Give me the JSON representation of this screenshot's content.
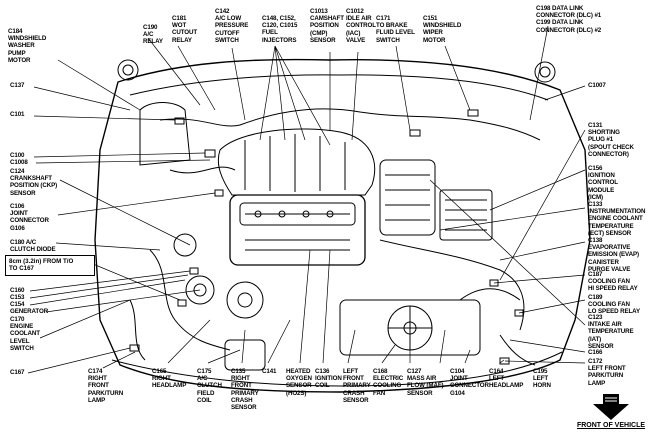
{
  "labels": {
    "c184": "C184\nWINDSHIELD\nWASHER\nPUMP\nMOTOR",
    "c190": "C190\nA/C\nRELAY",
    "c181": "C181\nWOT\nCUTOUT\nRELAY",
    "c142": "C142\nA/C LOW\nPRESSURE\nCUTOFF\nSWITCH",
    "c148": "C148, C152,\nC120, C1015\nFUEL\nINJECTORS",
    "c1013": "C1013\nCAMSHAFT\nPOSITION\n(CMP)\nSENSOR",
    "c1012": "C1012\nIDLE AIR\nCONTROL\n(IAC)\nVALVE",
    "c171": "C171\nTO BRAKE\nFLUID LEVEL\nSWITCH",
    "c151_top": "C151\nWINDSHIELD\nWIPER\nMOTOR",
    "c198": "C198 DATA LINK\nCONNECTOR (DLC) #1\nC199 DATA LINK\nCONNECTOR (DLC) #2",
    "c137": "C137",
    "c101": "C101",
    "c100": "C100",
    "c1008": "C1008",
    "c124": "C124\nCRANKSHAFT\nPOSITION (CKP)\nSENSOR",
    "c106": "C106\nJOINT\nCONNECTOR\nG106",
    "c180": "C180 A/C\nCLUTCH DIODE",
    "c160": "C160",
    "c153": "C153",
    "c154": "C154",
    "generator": "GENERATOR",
    "c170": "C170\nENGINE\nCOOLANT\nLEVEL\nSWITCH",
    "c167": "C167",
    "c1007": "C1007",
    "c131": "C131\nSHORTING\nPLUG #1\n(SPOUT CHECK\nCONNECTOR)",
    "c156": "C156\nIGNITION\nCONTROL\nMODULE\n(ICM)",
    "c133": "C133\nINSTRUMENTATION\nENGINE COOLANT\nTEMPERATURE\n(ECT) SENSOR",
    "c138": "C138\nEVAPORATIVE\nEMISSION (EVAP)\nCANISTER\nPURGE VALVE",
    "c187": "C187\nCOOLING FAN\nHI SPEED RELAY",
    "c189": "C189\nCOOLING FAN\nLO SPEED RELAY",
    "c123": "C123\nINTAKE AIR\nTEMPERATURE\n(IAT)\nSENSOR",
    "c166": "C166",
    "c172": "C172\nLEFT FRONT\nPARK/TURN\nLAMP",
    "c174": "C174\nRIGHT\nFRONT\nPARK/TURN\nLAMP",
    "c165": "C165\nRIGHT\nHEADLAMP",
    "c175": "C175\nA/C\nCLUTCH\nFIELD\nCOIL",
    "c135": "C135\nRIGHT\nFRONT\nPRIMARY\nCRASH\nSENSOR",
    "c141": "C141",
    "heated": "HEATED\nOXYGEN\nSENSOR\n(HO2S)",
    "c136": "C136\nIGNITION\nCOIL",
    "left_front": "LEFT\nFRONT\nPRIMARY\nCRASH\nSENSOR",
    "c168": "C168\nELECTRIC\nCOOLING\nFAN",
    "c127": "C127\nMASS AIR\nFLOW (MAF)\nSENSOR",
    "c104": "C104\nJOINT\nCONNECTOR\nG104",
    "c164": "C164\nLEFT\nHEADLAMP",
    "c195": "C195\nLEFT\nHORN"
  },
  "note": "8cm (3.2in) FROM T/O\nTO C167",
  "front_label": "FRONT OF VEHICLE",
  "icons": {
    "front_arrow": "front-of-vehicle-arrow-icon"
  }
}
